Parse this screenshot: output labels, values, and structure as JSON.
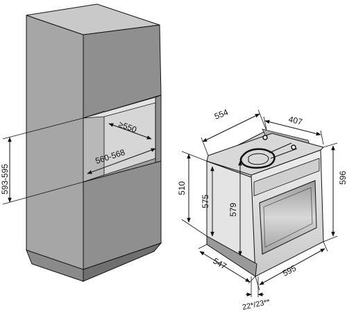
{
  "cabinet": {
    "niche_height": "593-595",
    "niche_width": "560-568",
    "niche_depth": "≥550"
  },
  "oven": {
    "top_width": "554",
    "top_depth": "407",
    "body_height": "510",
    "inner_height_left": "575",
    "inner_height_right": "579",
    "front_height": "596",
    "bottom_depth": "547",
    "bottom_width": "595",
    "front_offset": "22*/23**"
  },
  "colors": {
    "cabinet_front": "#8e8e8e",
    "cabinet_side": "#a8a8a8",
    "cabinet_top": "#c4c4c4",
    "cabinet_dark": "#6f6f6f",
    "oven_light": "#e2e2e2",
    "oven_mid": "#bdbdbd",
    "oven_dark": "#8a8a8a",
    "line": "#111111"
  }
}
